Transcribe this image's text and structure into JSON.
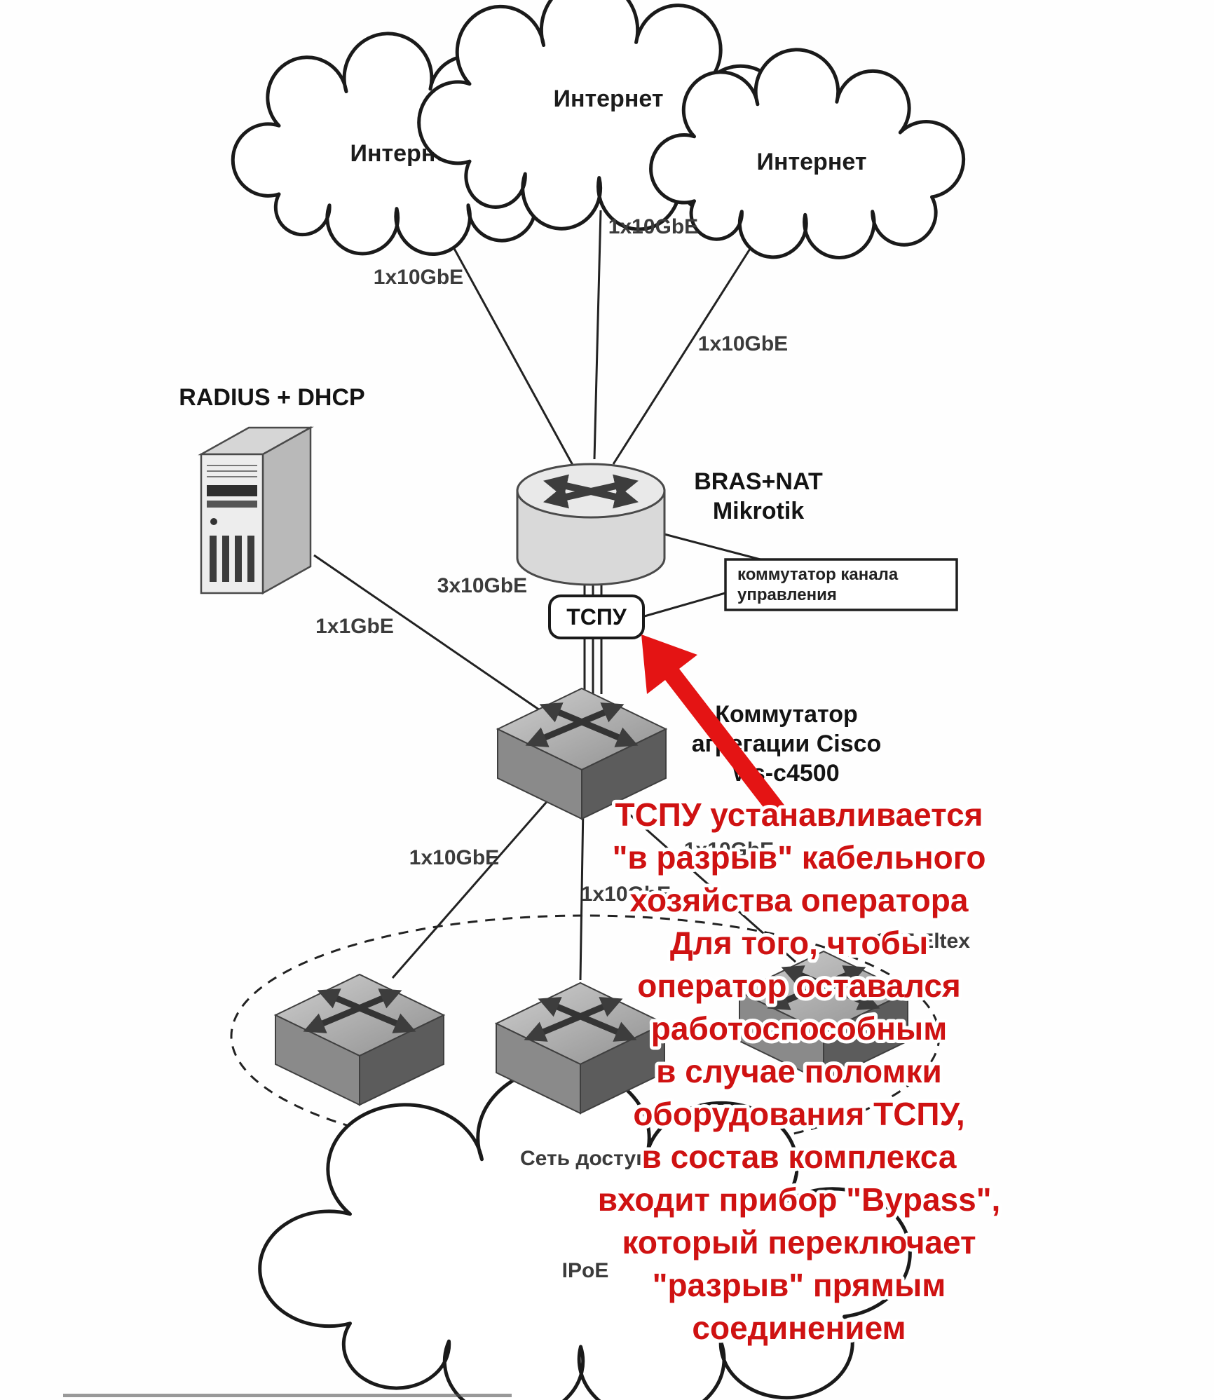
{
  "clouds": {
    "c1": {
      "label": "Интернет"
    },
    "c2": {
      "label": "Интернет"
    },
    "c3": {
      "label": "Интернет"
    },
    "access": {
      "label": "Сеть доступа",
      "protocol": "IPoE"
    }
  },
  "links": {
    "cloud1": "1x10GbE",
    "cloud2": "1x10GbE",
    "cloud3": "1x10GbE",
    "router_tspu": "3x10GbE",
    "radius_agg": "1x1GbE",
    "agg_left": "1x10GbE",
    "agg_olt": "1x10GbE",
    "agg_mid": "1x10GbE"
  },
  "nodes": {
    "radius": "RADIUS + DHCP",
    "bras_line1": "BRAS+NAT",
    "bras_line2": "Mikrotik",
    "tspu": "ТСПУ",
    "mgmt_line1": "коммутатор канала",
    "mgmt_line2": "управления",
    "agg_line1": "Коммутатор",
    "agg_line2": "агрегации Cisco",
    "agg_line3": "ws-c4500",
    "olt": "OLT Eltex"
  },
  "colors": {
    "annotation": "#cf1212",
    "arrow": "#e41414"
  },
  "annotation": {
    "lines": [
      "ТСПУ устанавливается",
      "\"в разрыв\" кабельного",
      "хозяйства оператора",
      "Для того, чтобы",
      "оператор оставался",
      "работоспособным",
      "в случае поломки",
      "оборудования ТСПУ,",
      "в состав комплекса",
      "входит прибор \"Bypass\",",
      "который переключает",
      "\"разрыв\" прямым",
      "соединением"
    ]
  }
}
